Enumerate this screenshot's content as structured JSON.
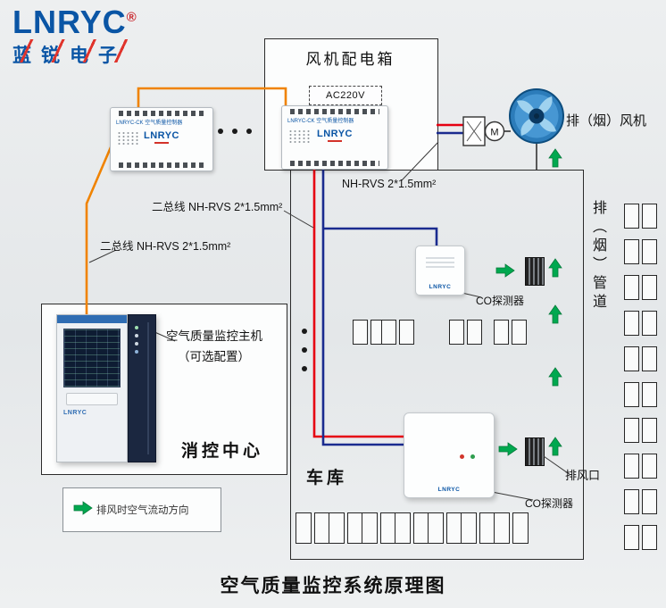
{
  "logo": {
    "brand": "LNRYC",
    "reg": "®",
    "subtitle": "蓝锐电子"
  },
  "title": "空气质量监控系统原理图",
  "power_box": {
    "title": "风机配电箱",
    "ac_label": "AC220V"
  },
  "controller": {
    "strip_label": "LNRYC-CK 空气质量控制器"
  },
  "fan": {
    "label": "排（烟）风机"
  },
  "duct": {
    "label": "排（烟）管道",
    "vent_label": "排风口"
  },
  "wires": {
    "nhrvs": "NH-RVS 2*1.5mm²",
    "bus1": "二总线 NH-RVS 2*1.5mm²",
    "bus2": "二总线 NH-RVS 2*1.5mm²"
  },
  "fire_center": {
    "host_line1": "空气质量监控主机",
    "host_line2": "（可选配置）",
    "label": "消控中心"
  },
  "garage": {
    "label": "车库"
  },
  "detectors": {
    "co1": "CO探测器",
    "co2": "CO探测器"
  },
  "motor": {
    "label": "M"
  },
  "legend": {
    "text": "排风时空气流动方向"
  },
  "colors": {
    "orange": "#f08300",
    "red": "#e60012",
    "navy": "#1a2b8f",
    "green": "#00a84f",
    "brand_blue": "#0a55a5",
    "wire_black": "#333333"
  }
}
